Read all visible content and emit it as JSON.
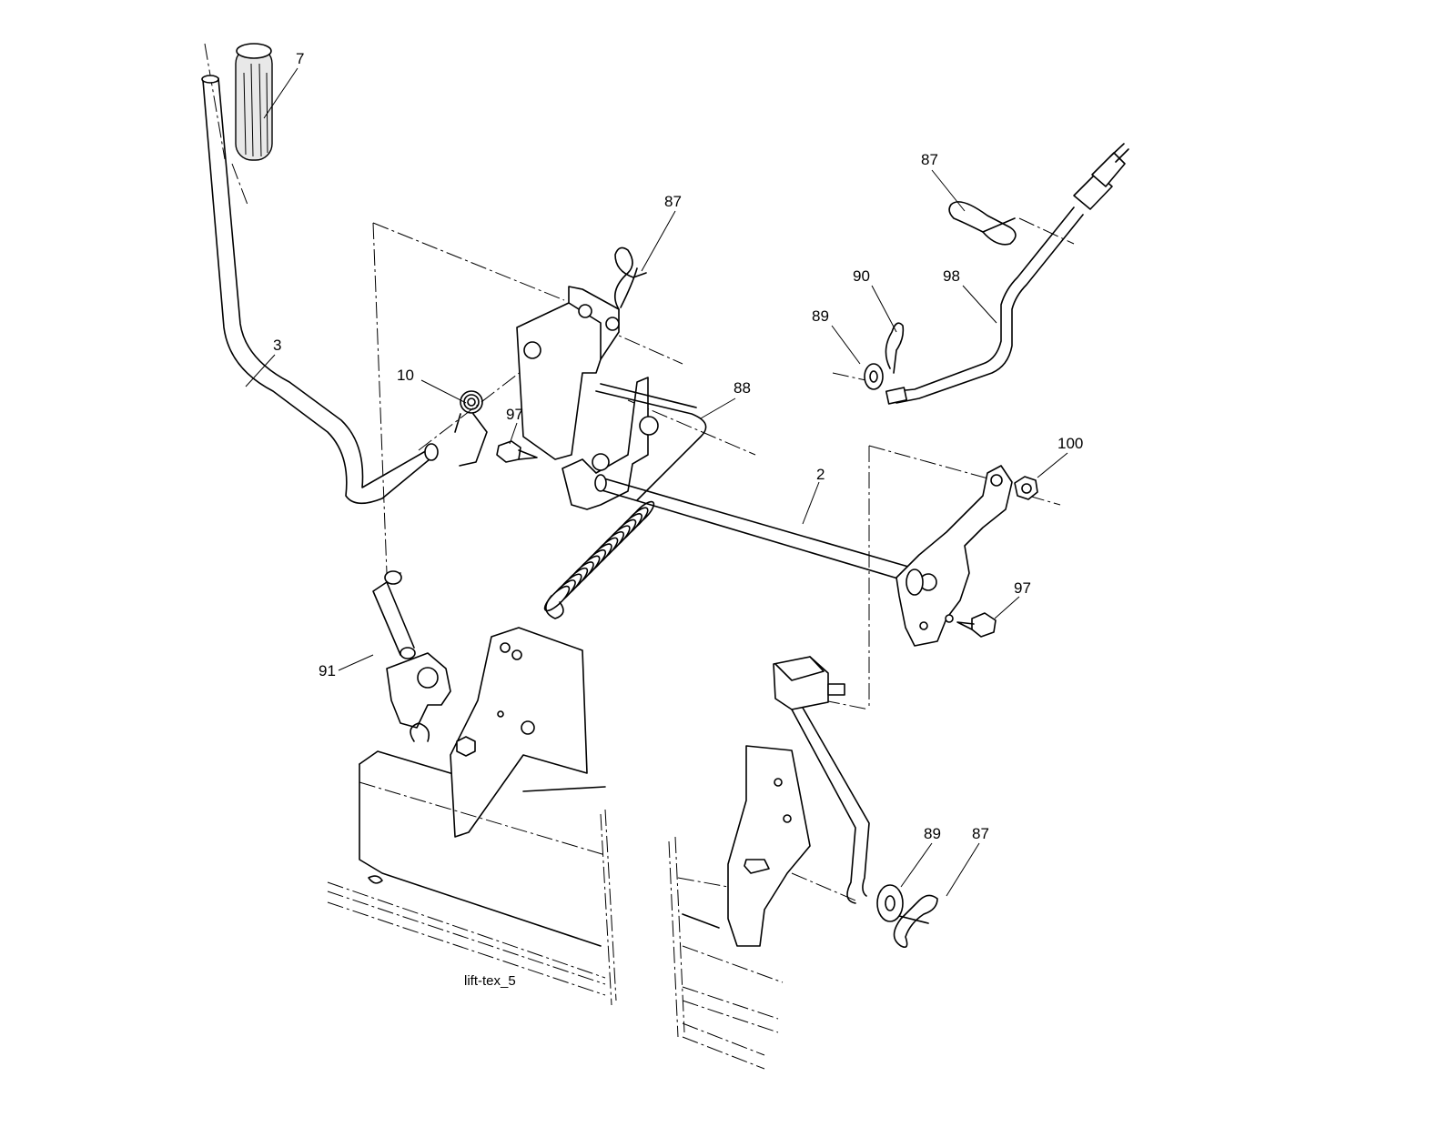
{
  "diagram": {
    "caption": "lift-tex_5",
    "callouts": {
      "c7": "7",
      "c3": "3",
      "c87_top_mid": "87",
      "c87_top_right": "87",
      "c90": "90",
      "c98": "98",
      "c89_top": "89",
      "c10": "10",
      "c97_left": "97",
      "c88": "88",
      "c2": "2",
      "c100": "100",
      "c97_right": "97",
      "c91": "91",
      "c89_bottom": "89",
      "c87_bottom": "87"
    }
  }
}
